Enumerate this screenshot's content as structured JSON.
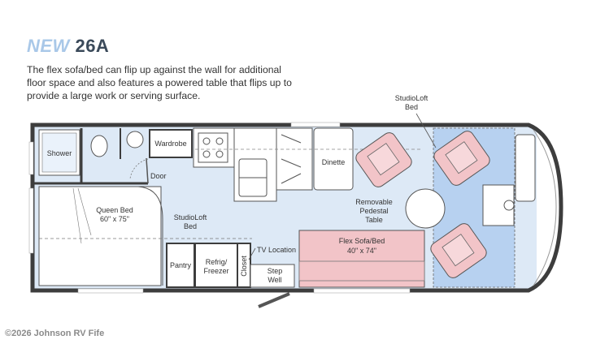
{
  "header": {
    "new_label": "NEW",
    "model": "26A",
    "description": "The flex sofa/bed can flip up against the wall for additional floor space and also features a powered table that flips up to provide a large work or serving surface."
  },
  "floorplan": {
    "shower": "Shower",
    "wardrobe": "Wardrobe",
    "door": "Door",
    "queen_bed_1": "Queen Bed",
    "queen_bed_2": "60\" x 75\"",
    "studioloft_bed_1": "StudioLoft",
    "studioloft_bed_2": "Bed",
    "pantry": "Pantry",
    "fridge_1": "Refrig/",
    "fridge_2": "Freezer",
    "closet": "Closet",
    "tv_location": "TV Location",
    "step_well_1": "Step",
    "step_well_2": "Well",
    "dinette": "Dinette",
    "flex_sofa_1": "Flex Sofa/Bed",
    "flex_sofa_2": "40\" x 74\"",
    "removable_1": "Removable",
    "removable_2": "Pedestal",
    "removable_3": "Table",
    "studioloft_top_1": "StudioLoft",
    "studioloft_top_2": "Bed"
  },
  "colors": {
    "floor": "#dde9f6",
    "loft": "#aecbef",
    "seat": "#f2c4c8",
    "wall": "#3d3d3d"
  },
  "footer": {
    "copyright": "©2026 Johnson RV Fife"
  }
}
